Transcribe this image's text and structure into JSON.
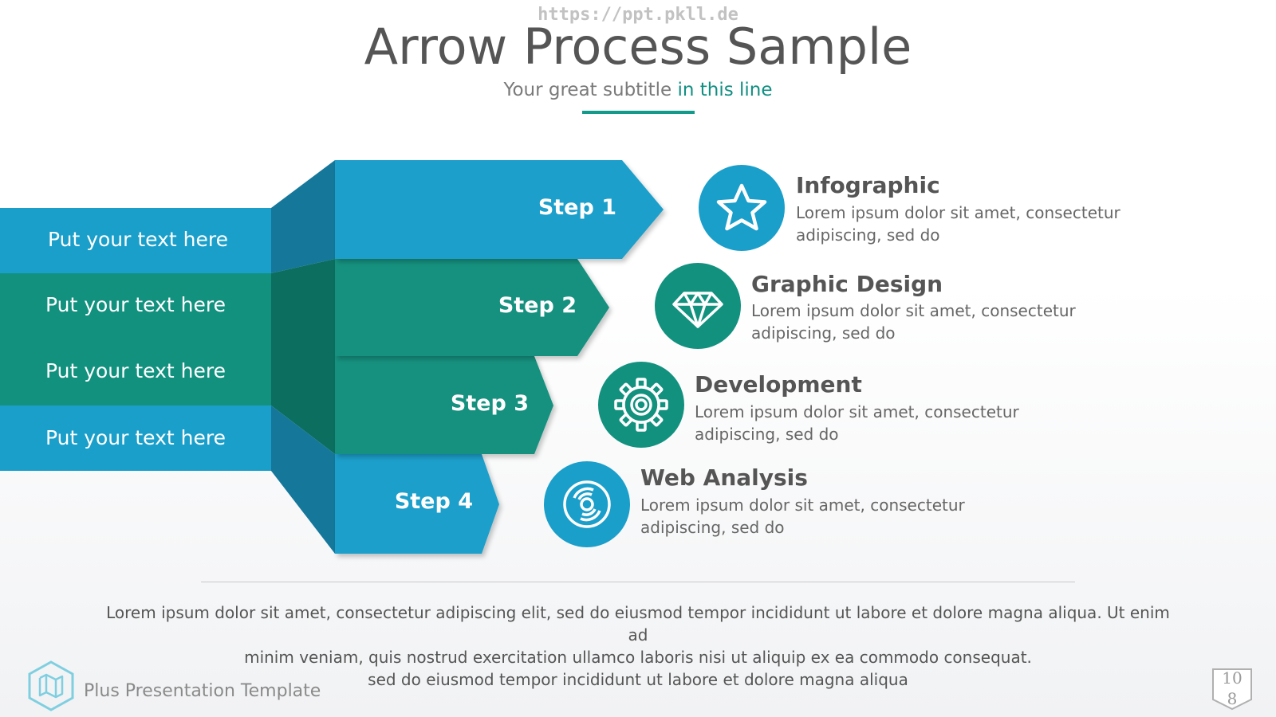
{
  "watermark": "https://ppt.pkll.de",
  "title": "Arrow Process Sample",
  "subtitle": {
    "main": "Your great subtitle ",
    "highlight": "in this line"
  },
  "bands": [
    {
      "label": "Put your text here",
      "color": "#1a9fcb"
    },
    {
      "label": "Put your text here",
      "color": "#12917f"
    },
    {
      "label": "Put your text here",
      "color": "#12917f"
    },
    {
      "label": "Put your text here",
      "color": "#1a9fcb"
    }
  ],
  "steps": [
    {
      "label": "Step 1",
      "color": "#1a9fcb"
    },
    {
      "label": "Step 2",
      "color": "#12917f"
    },
    {
      "label": "Step 3",
      "color": "#12917f"
    },
    {
      "label": "Step 4",
      "color": "#1a9fcb"
    }
  ],
  "items": [
    {
      "icon": "star-icon",
      "heading": "Infographic",
      "body": "Lorem ipsum dolor sit amet, consectetur adipiscing, sed do",
      "color": "#1a9fcb"
    },
    {
      "icon": "diamond-icon",
      "heading": "Graphic Design",
      "body": "Lorem ipsum dolor sit amet, consectetur adipiscing, sed do",
      "color": "#12917f"
    },
    {
      "icon": "gear-icon",
      "heading": "Development",
      "body": "Lorem ipsum dolor sit amet, consectetur adipiscing, sed do",
      "color": "#12917f"
    },
    {
      "icon": "disc-icon",
      "heading": "Web Analysis",
      "body": "Lorem ipsum dolor sit amet, consectetur adipiscing, sed do",
      "color": "#1a9fcb"
    }
  ],
  "footer": {
    "line1": "Lorem ipsum dolor sit amet, consectetur adipiscing elit, sed do eiusmod tempor incididunt ut labore et dolore magna aliqua. Ut enim ad",
    "line2": "minim veniam, quis nostrud exercitation ullamco laboris nisi ut aliquip ex ea commodo consequat.",
    "line3": "sed do eiusmod tempor incididunt ut labore et dolore magna aliqua"
  },
  "brand": {
    "icon": "map-icon",
    "label": "Plus Presentation Template"
  },
  "page_number": {
    "line1": "10",
    "line2": "8"
  },
  "colors": {
    "blue": "#1a9fcb",
    "teal": "#12917f",
    "blue_dark": "#15779a",
    "teal_dark": "#0b6e5f"
  }
}
